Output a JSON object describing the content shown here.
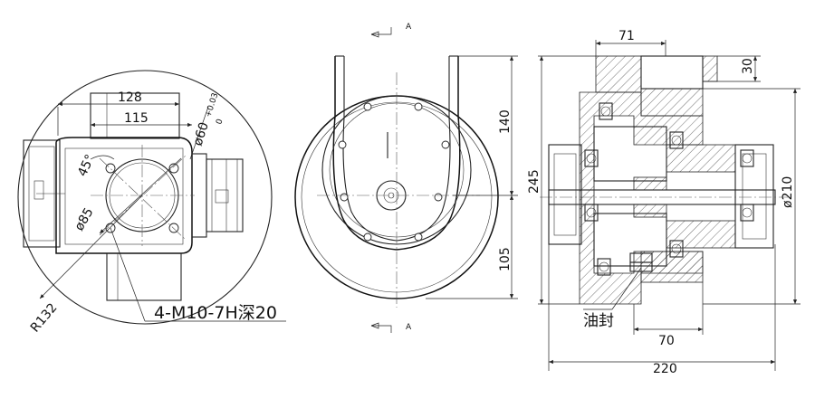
{
  "left_view": {
    "dim_128": "128",
    "dim_115": "115",
    "dim_60": "ø60",
    "tol_upper": "+0.03",
    "tol_lower": "0",
    "angle_45": "45°",
    "dim_85": "ø85",
    "radius_132": "R132",
    "thread_note": "4-M10-7H深20"
  },
  "middle_view": {
    "section_top": "A",
    "section_bottom": "A",
    "dim_140": "140",
    "dim_105": "105"
  },
  "right_view": {
    "dim_71": "71",
    "dim_30": "30",
    "dim_245": "245",
    "dim_210": "ø210",
    "seal_label": "油封",
    "dim_70": "70",
    "dim_220": "220"
  }
}
